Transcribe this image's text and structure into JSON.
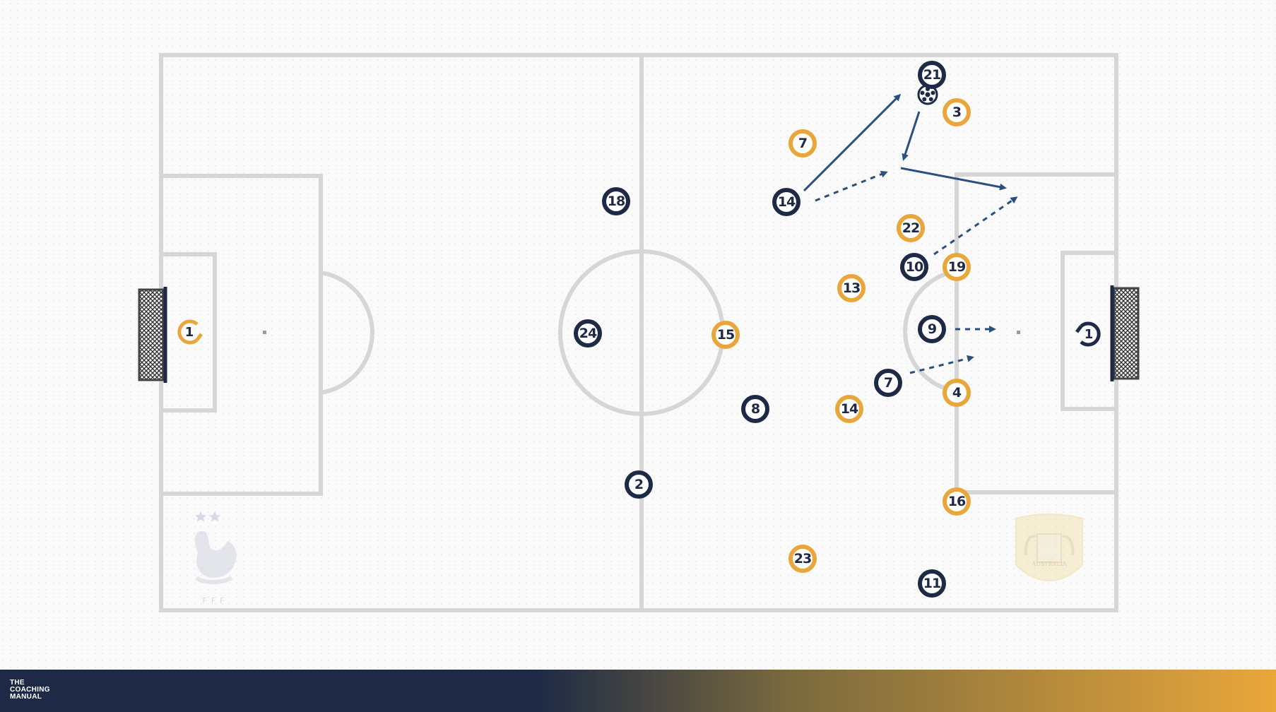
{
  "teams": {
    "france": {
      "color": "#1e2a45"
    },
    "australia": {
      "color": "#e9a73b"
    }
  },
  "france_players": [
    {
      "number": "18"
    },
    {
      "number": "24"
    },
    {
      "number": "2"
    },
    {
      "number": "8"
    },
    {
      "number": "14"
    },
    {
      "number": "21"
    },
    {
      "number": "10"
    },
    {
      "number": "9"
    },
    {
      "number": "7"
    },
    {
      "number": "11"
    }
  ],
  "australia_players": [
    {
      "number": "7"
    },
    {
      "number": "3"
    },
    {
      "number": "22"
    },
    {
      "number": "19"
    },
    {
      "number": "13"
    },
    {
      "number": "15"
    },
    {
      "number": "4"
    },
    {
      "number": "14"
    },
    {
      "number": "16"
    },
    {
      "number": "23"
    }
  ],
  "goalkeepers": {
    "france": {
      "number": "1"
    },
    "australia": {
      "number": "1"
    }
  },
  "crests": {
    "france": {
      "caption": "FFF"
    },
    "australia": {
      "caption": "AUSTRALIA"
    }
  },
  "footer": {
    "brand_line1": "THE",
    "brand_line2": "COACHING",
    "brand_line3": "MANUAL"
  },
  "icons": [
    "ball-icon",
    "goal-net-icon",
    "rooster-crest-icon",
    "australia-crest-icon"
  ]
}
